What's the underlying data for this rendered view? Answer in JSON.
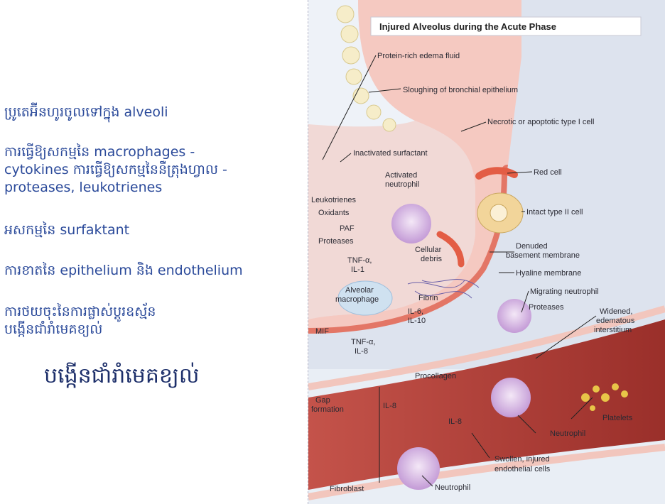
{
  "left": {
    "line1": "ប្រូតេអ៊ីនហូរចូលទៅក្នុង alveoli",
    "line2a": "ការធ្វើឱ្យសកម្មនៃ macrophages -",
    "line2b": "cytokines ការធ្វើឱ្យសកម្មនៃនឺត្រុងហ្វាល -",
    "line2c": "proteases, leukotrienes",
    "line3": "អសកម្មនៃ surfaktant",
    "line4": "ការខាតនៃ epithelium និង endothelium",
    "line5a": "ការថយចុះនៃការផ្លាស់ប្តូរឧស្ម័ន",
    "line5b": "បង្កើនជាំរាំមេគខ្យល់",
    "title": "បង្កើនជាំរាំមេគខ្យល់"
  },
  "diagram": {
    "title": "Injured Alveolus during the Acute Phase",
    "labels": {
      "edema": "Protein-rich edema fluid",
      "sloughing": "Sloughing of bronchial epithelium",
      "necrotic": "Necrotic or apoptotic type I cell",
      "inactivated": "Inactivated surfactant",
      "activated1": "Activated",
      "activated2": "neutrophil",
      "redcell": "Red cell",
      "leukotrienes": "Leukotrienes",
      "oxidants": "Oxidants",
      "paf": "PAF",
      "proteases_left": "Proteases",
      "intact": "Intact type II cell",
      "tnf1": "TNF-α,",
      "il1": "IL-1",
      "debris1": "Cellular",
      "debris2": "debris",
      "denuded1": "Denuded",
      "denuded2": "basement membrane",
      "hyaline": "Hyaline membrane",
      "alveolar1": "Alveolar",
      "alveolar2": "macrophage",
      "fibrin": "Fibrin",
      "migrating": "Migrating neutrophil",
      "il6": "IL-6,",
      "il10": "IL-10",
      "proteases_right": "Proteases",
      "widened1": "Widened,",
      "widened2": "edematous",
      "widened3": "interstitium",
      "mif": "MIF",
      "tnf2": "TNF-α,",
      "il8a": "IL-8",
      "procollagen": "Procollagen",
      "gap1": "Gap",
      "gap2": "formation",
      "il8b": "IL-8",
      "il8c": "IL-8",
      "platelets": "Platelets",
      "neutrophil1": "Neutrophil",
      "swollen1": "Swollen, injured",
      "swollen2": "endothelial cells",
      "fibroblast": "Fibroblast",
      "neutrophil2": "Neutrophil"
    },
    "colors": {
      "tissue": "#f3c7c0",
      "membrane": "#e07a6e",
      "vessel": "#b8443c",
      "edema": "#e8eef6",
      "neutrophil": "#c9a6d8"
    }
  }
}
